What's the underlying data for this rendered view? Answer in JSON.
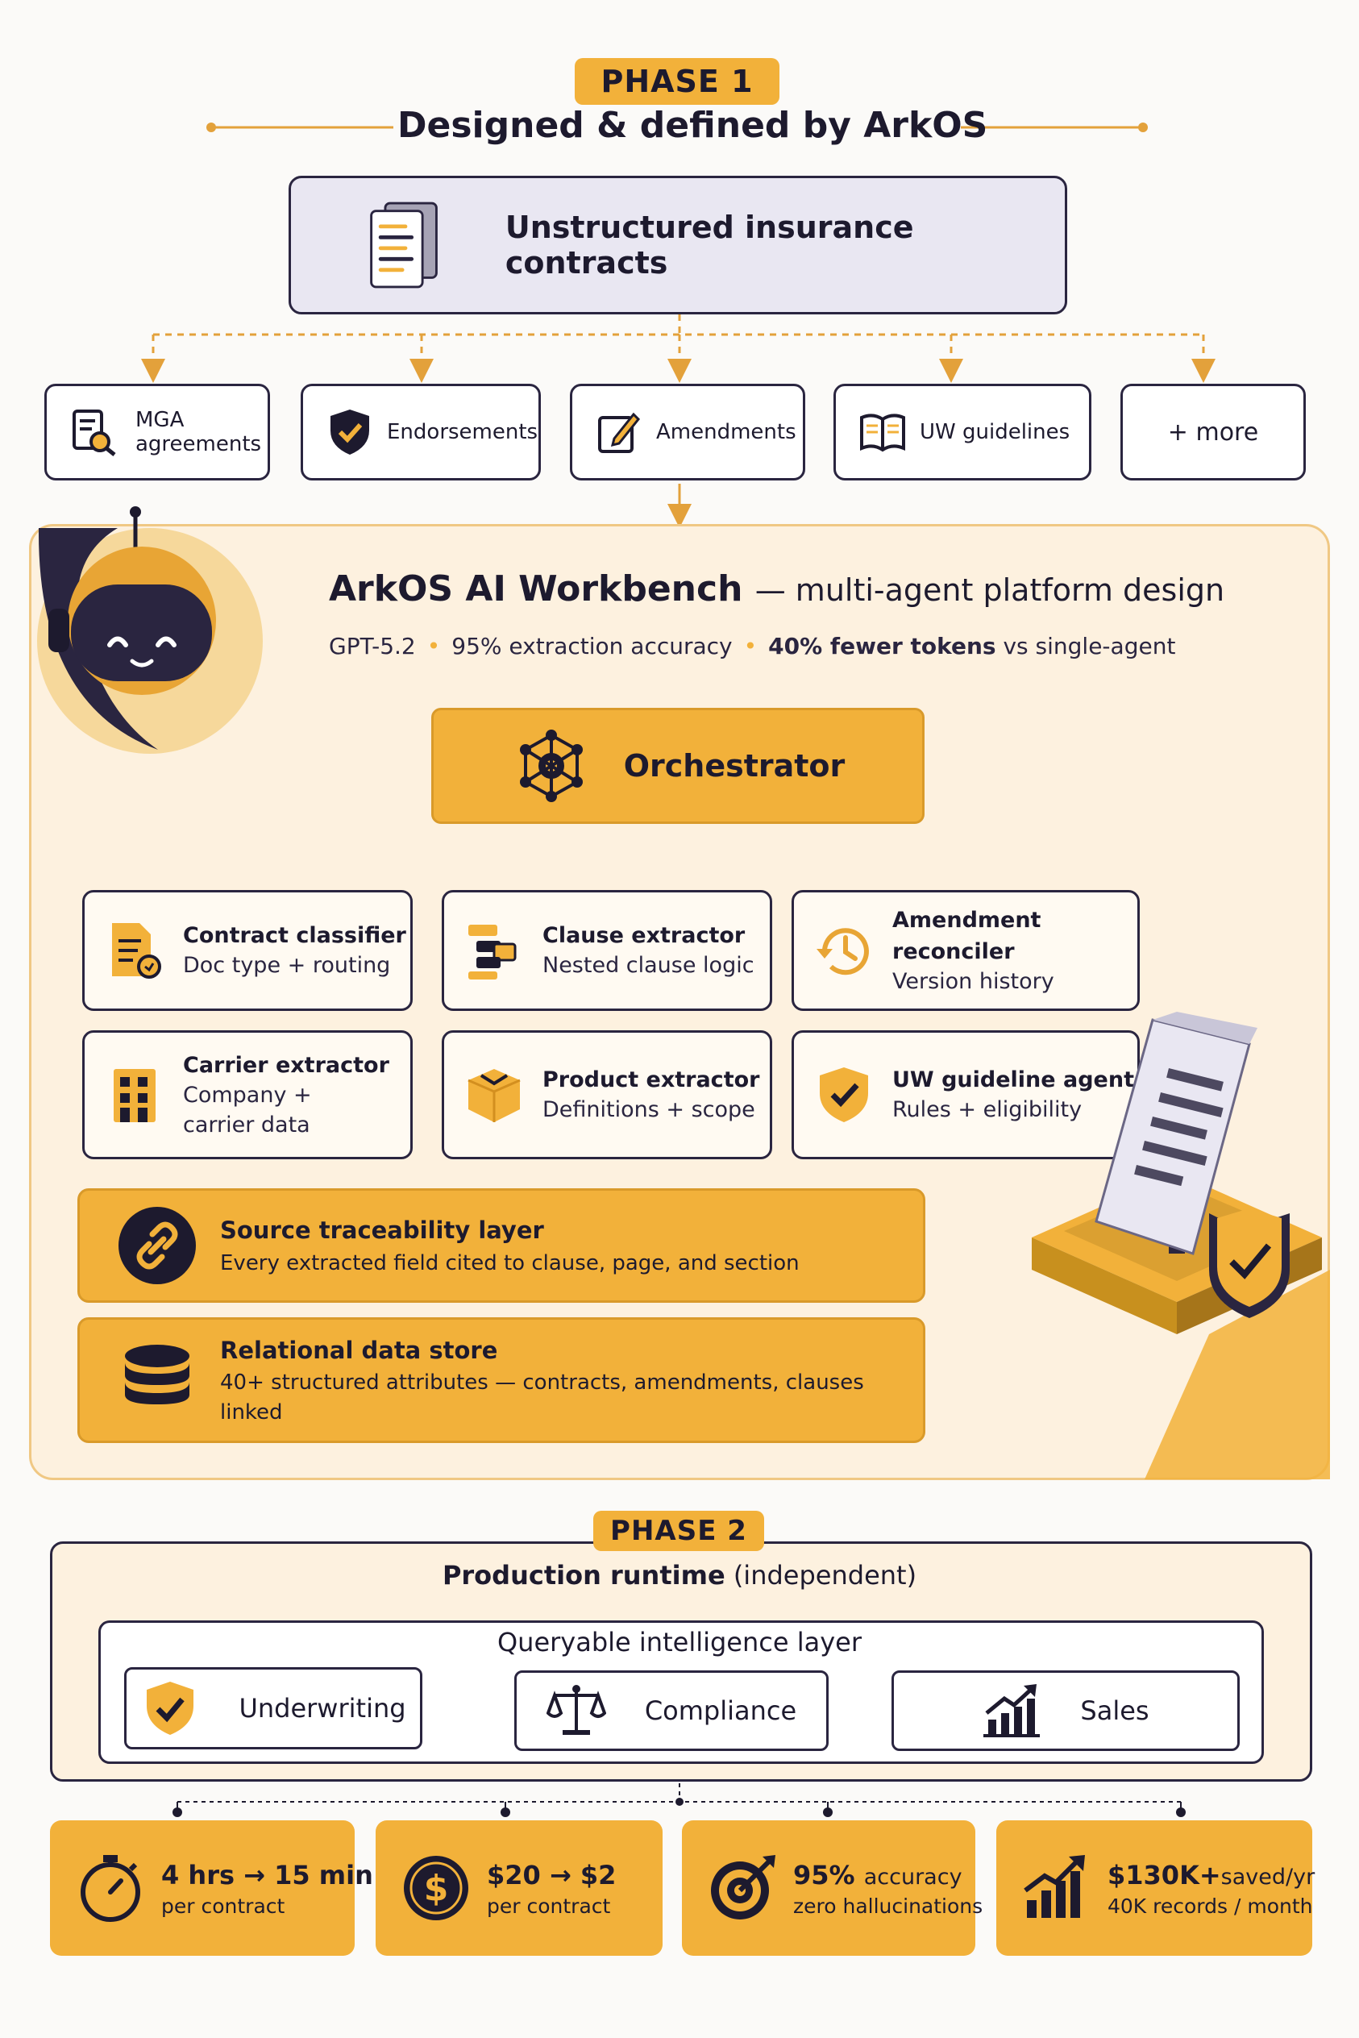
{
  "phase1": {
    "pill": "PHASE 1",
    "heading": "Designed & defined by ArkOS",
    "source": "Unstructured insurance contracts",
    "types": [
      {
        "label_line1": "MGA",
        "label_line2": "agreements",
        "icon": "document-search-icon"
      },
      {
        "label": "Endorsements",
        "icon": "shield-check-icon"
      },
      {
        "label": "Amendments",
        "icon": "edit-pencil-icon"
      },
      {
        "label": "UW guidelines",
        "icon": "open-book-icon"
      },
      {
        "label": "+ more"
      }
    ]
  },
  "workbench": {
    "title": "ArkOS AI Workbench",
    "title_rest": "— multi-agent platform design",
    "meta": {
      "model": "GPT-5.2",
      "accuracy": "95% extraction accuracy",
      "tokens_bold": "40% fewer tokens",
      "tokens_rest": "vs single-agent"
    },
    "orchestrator": "Orchestrator",
    "agents": [
      {
        "title": "Contract classifier",
        "desc": "Doc type + routing",
        "icon": "document-classify-icon"
      },
      {
        "title": "Clause extractor",
        "desc": "Nested clause logic",
        "icon": "clause-blocks-icon"
      },
      {
        "title": "Amendment reconciler",
        "desc": "Version history",
        "icon": "history-clock-icon"
      },
      {
        "title": "Carrier extractor",
        "desc_line1": "Company +",
        "desc_line2": "carrier data",
        "icon": "building-icon"
      },
      {
        "title": "Product extractor",
        "desc": "Definitions + scope",
        "icon": "package-box-icon"
      },
      {
        "title": "UW guideline agent",
        "desc": "Rules + eligibility",
        "icon": "shield-check-icon"
      }
    ],
    "layers": [
      {
        "title": "Source traceability layer",
        "desc": "Every extracted field cited to clause, page, and section",
        "icon": "link-icon"
      },
      {
        "title": "Relational data store",
        "desc": "40+ structured attributes — contracts, amendments, clauses linked",
        "icon": "database-icon"
      }
    ]
  },
  "phase2": {
    "pill": "PHASE 2",
    "runtime_label": "Production runtime",
    "runtime_note": "(independent)",
    "query_layer": "Queryable intelligence layer",
    "domains": [
      {
        "label": "Underwriting",
        "icon": "shield-check-icon"
      },
      {
        "label": "Compliance",
        "icon": "scales-icon"
      },
      {
        "label": "Sales",
        "icon": "growth-chart-icon"
      }
    ]
  },
  "metrics": [
    {
      "value": "4 hrs → 15 min",
      "desc": "per contract",
      "icon": "stopwatch-icon"
    },
    {
      "value": "$20 → $2",
      "desc": "per contract",
      "icon": "dollar-coin-icon"
    },
    {
      "value": "95%",
      "value_small": "accuracy",
      "desc": "zero hallucinations",
      "icon": "target-icon"
    },
    {
      "value": "$130K+",
      "value_small": "saved/yr",
      "desc": "40K records / month",
      "icon": "growth-chart-icon"
    }
  ],
  "colors": {
    "accent": "#f2b13a",
    "ink": "#1d1a2e",
    "panel": "#fdf1df",
    "source_box": "#e9e7f2"
  }
}
